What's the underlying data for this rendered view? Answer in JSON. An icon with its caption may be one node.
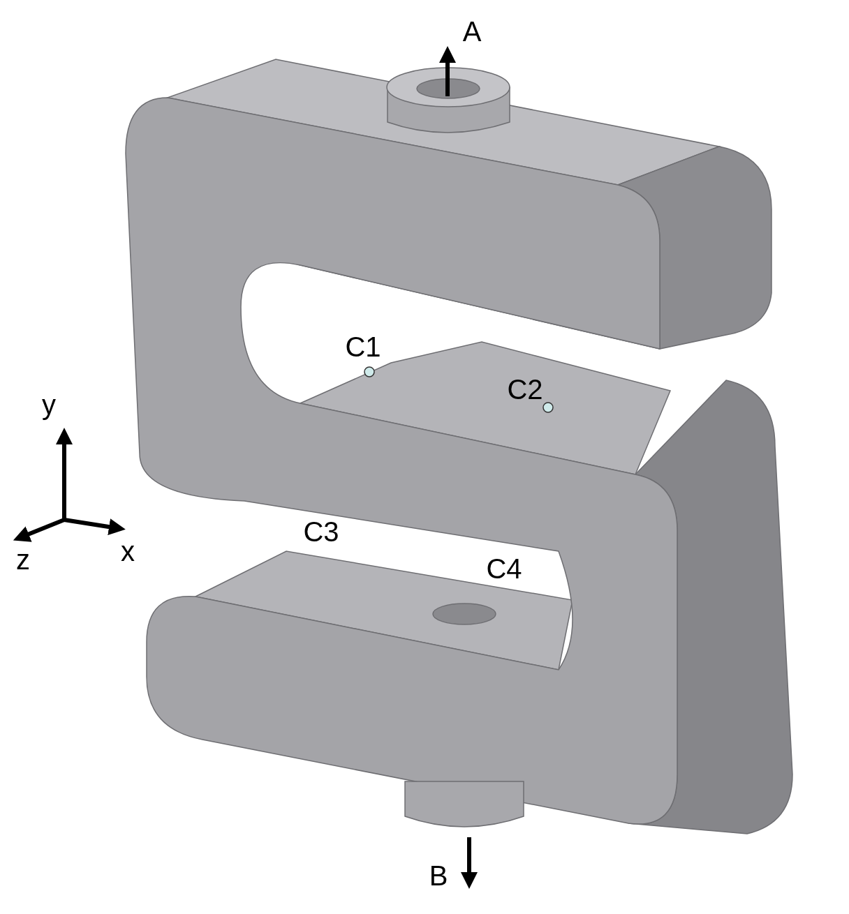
{
  "diagram": {
    "labels": [
      "A",
      "C1",
      "C2",
      "y",
      "C3",
      "x",
      "z",
      "C4",
      "B"
    ]
  }
}
